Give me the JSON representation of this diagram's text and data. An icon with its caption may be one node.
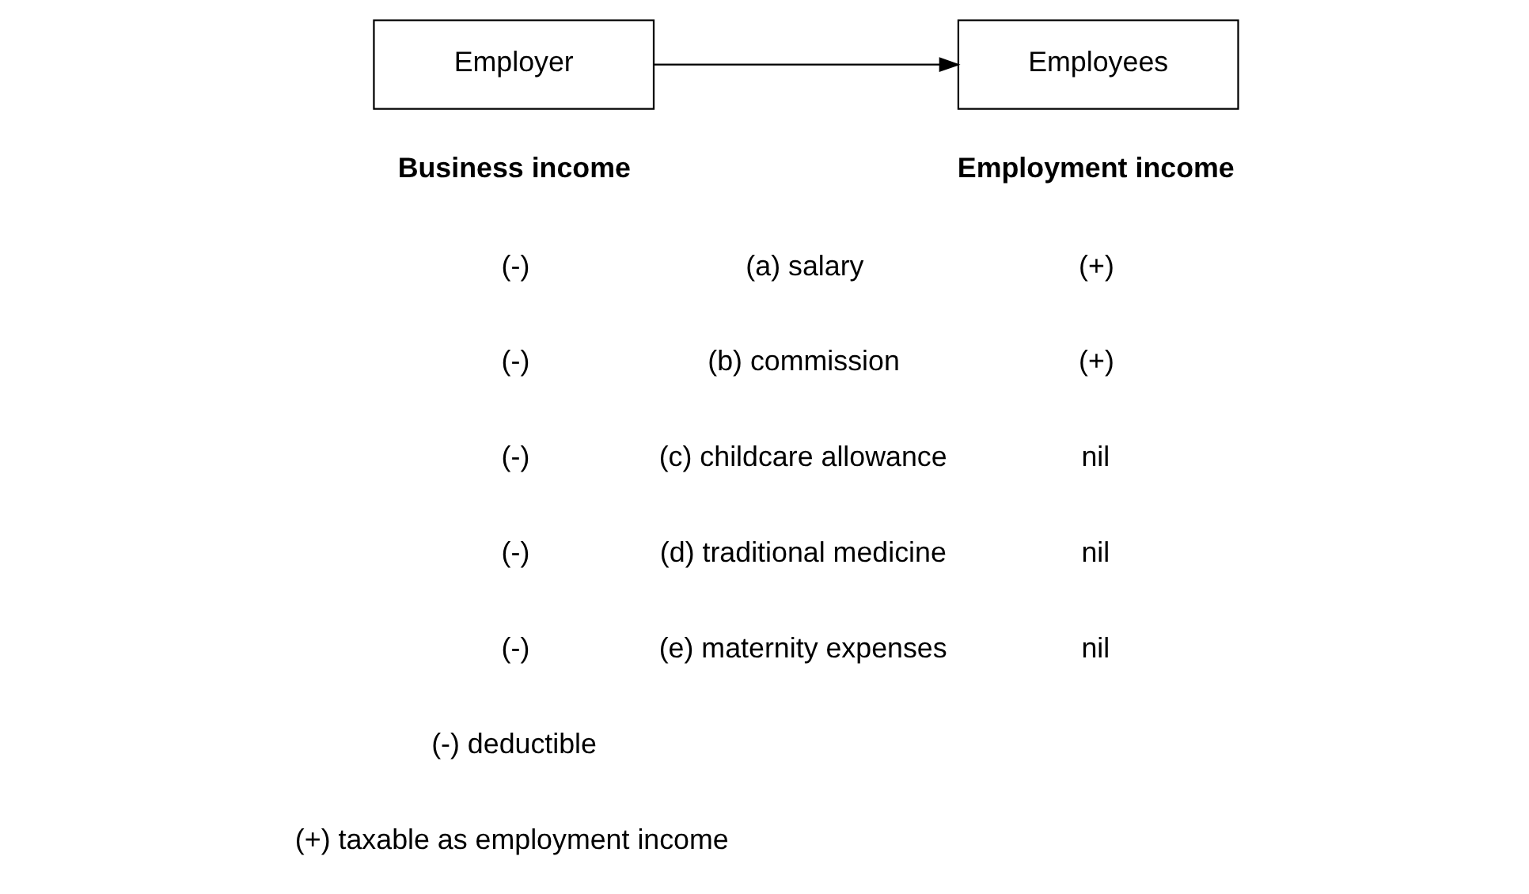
{
  "diagram": {
    "nodes": [
      {
        "text": [
          "Employer"
        ]
      },
      {
        "text": [
          "Employees"
        ]
      }
    ],
    "edges": [
      {
        "from": 0,
        "to": 1,
        "arrow": "to"
      }
    ],
    "labels": [
      "Business income",
      "Employment income",
      "(-)",
      "(a) salary",
      "(+)",
      "(-)",
      "(b) commission",
      "(+)",
      "(-)",
      "(c) childcare allowance",
      "nil",
      "(-)",
      "(d) traditional medicine",
      "nil",
      "(-)",
      "(e) maternity expenses",
      "nil",
      "(-) deductible",
      "(+) taxable as employment income"
    ]
  }
}
